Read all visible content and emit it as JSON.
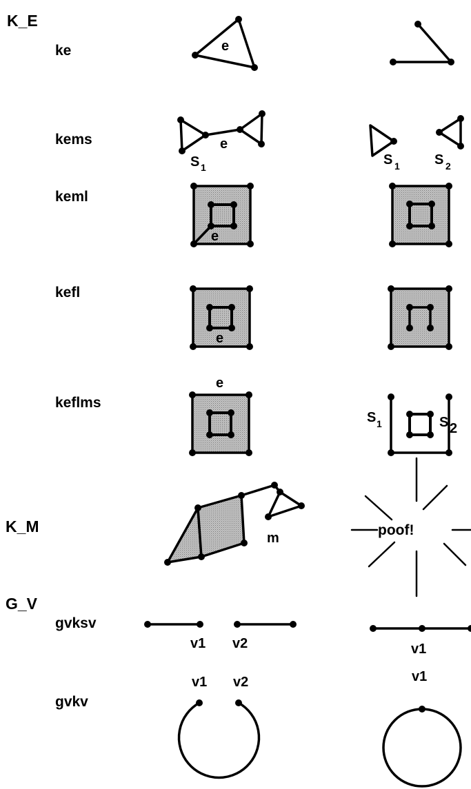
{
  "sections": {
    "k_e": "K_E",
    "k_m": "K_M",
    "g_v": "G_V"
  },
  "operations": {
    "ke": "ke",
    "kems": "kems",
    "keml": "keml",
    "kefl": "kefl",
    "keflms": "keflms",
    "gvksv": "gvksv",
    "gvkv": "gvkv"
  },
  "annotations": {
    "edge": "e",
    "shell": "S",
    "shell_1_sub": "1",
    "shell_2_sub": "2",
    "model": "m",
    "poof": "poof!",
    "vertex_1": "v1",
    "vertex_2": "v2"
  },
  "colors": {
    "ink": "#000000",
    "face_fill": "#b0b0b0",
    "background": "#ffffff"
  }
}
